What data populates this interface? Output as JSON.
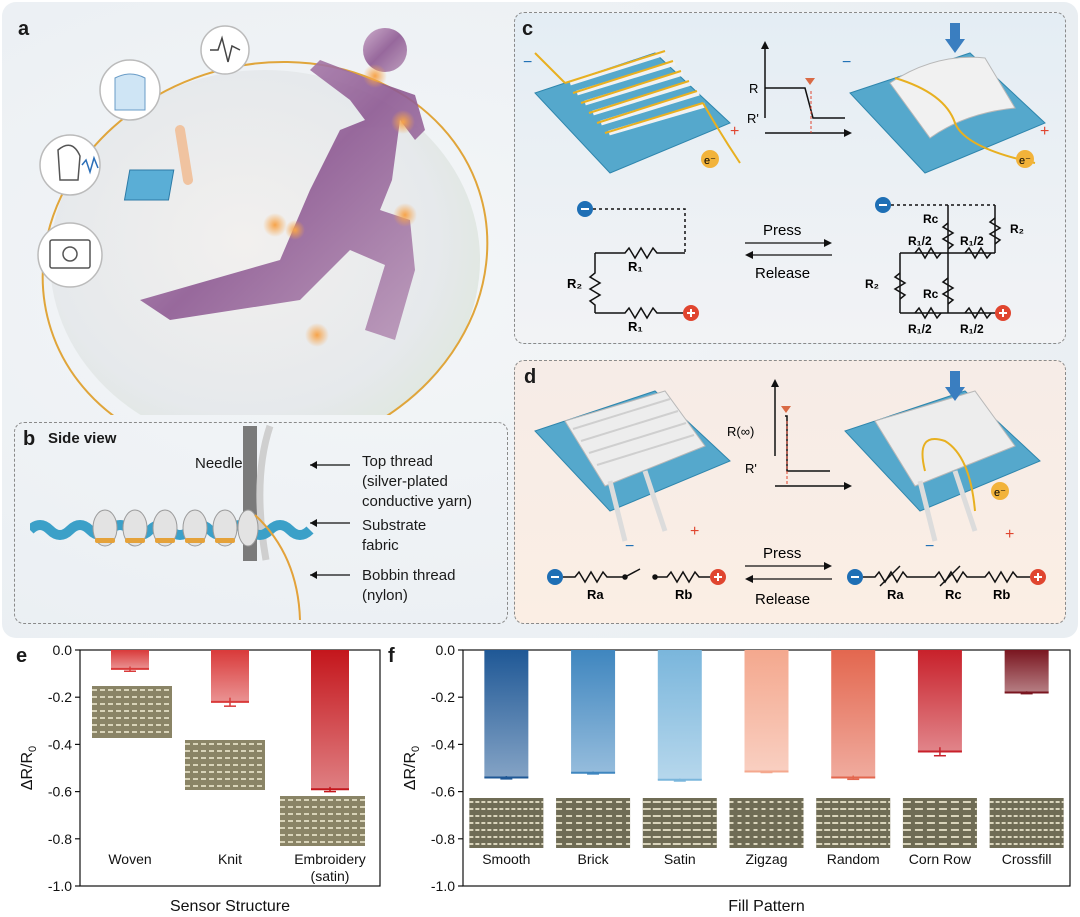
{
  "panels": {
    "a": {
      "letter": "a"
    },
    "b": {
      "letter": "b",
      "title": "Side view",
      "needle_label": "Needle",
      "top_thread": [
        "Top thread",
        "(silver-plated",
        "conductive yarn)"
      ],
      "substrate": [
        "Substrate",
        "fabric"
      ],
      "bobbin": [
        "Bobbin thread",
        "(nylon)"
      ]
    },
    "c": {
      "letter": "c",
      "graph_R": "R",
      "graph_Rp": "R'",
      "press": "Press",
      "release": "Release",
      "electron": "e⁻",
      "r1": "R₁",
      "r2": "R₂",
      "rc": "Rc",
      "r1half": "R₁/2"
    },
    "d": {
      "letter": "d",
      "graph_Rinf": "R(∞)",
      "graph_Rp": "R'",
      "press": "Press",
      "release": "Release",
      "electron": "e⁻",
      "ra": "Ra",
      "rb": "Rb",
      "rc": "Rc"
    },
    "e": {
      "letter": "e"
    },
    "f": {
      "letter": "f"
    }
  },
  "colors": {
    "fabric": "#4fa3c7",
    "thread_gold": "#e8b020",
    "minus_blue": "#1e6fb5",
    "plus_red": "#e0452f",
    "arrow_blue": "#3a7ec0"
  },
  "chart_data": [
    {
      "type": "bar",
      "panel": "e",
      "categories": [
        "Woven",
        "Knit",
        "Embroidery\n(satin)"
      ],
      "category_lines": [
        [
          "Woven"
        ],
        [
          "Knit"
        ],
        [
          "Embroidery",
          "(satin)"
        ]
      ],
      "values": [
        -0.08,
        -0.22,
        -0.59
      ],
      "errors": [
        0.01,
        0.018,
        0.01
      ],
      "colors": [
        "#d93a3a",
        "#d93a3a",
        "#c4161c"
      ],
      "xlabel": "Sensor Structure",
      "ylabel": "ΔR/R0",
      "ylim": [
        -1.0,
        0.0
      ],
      "yticks": [
        0.0,
        -0.2,
        -0.4,
        -0.6,
        -0.8,
        -1.0
      ],
      "ytick_labels": [
        "0.0",
        "-0.2",
        "-0.4",
        "-0.6",
        "-0.8",
        "-1.0"
      ]
    },
    {
      "type": "bar",
      "panel": "f",
      "categories": [
        "Smooth",
        "Brick",
        "Satin",
        "Zigzag",
        "Random",
        "Corn Row",
        "Crossfill"
      ],
      "values": [
        -0.54,
        -0.52,
        -0.55,
        -0.515,
        -0.54,
        -0.43,
        -0.18
      ],
      "errors": [
        0.006,
        0.005,
        0.005,
        0.004,
        0.008,
        0.018,
        0.005
      ],
      "colors": [
        "#1f5896",
        "#3f86bf",
        "#7ab6dc",
        "#f4a88e",
        "#e3674f",
        "#c8212b",
        "#7a1620"
      ],
      "xlabel": "Fill Pattern",
      "ylabel": "ΔR/R0",
      "ylim": [
        -1.0,
        0.0
      ],
      "yticks": [
        0.0,
        -0.2,
        -0.4,
        -0.6,
        -0.8,
        -1.0
      ],
      "ytick_labels": [
        "0.0",
        "-0.2",
        "-0.4",
        "-0.6",
        "-0.8",
        "-1.0"
      ]
    }
  ]
}
